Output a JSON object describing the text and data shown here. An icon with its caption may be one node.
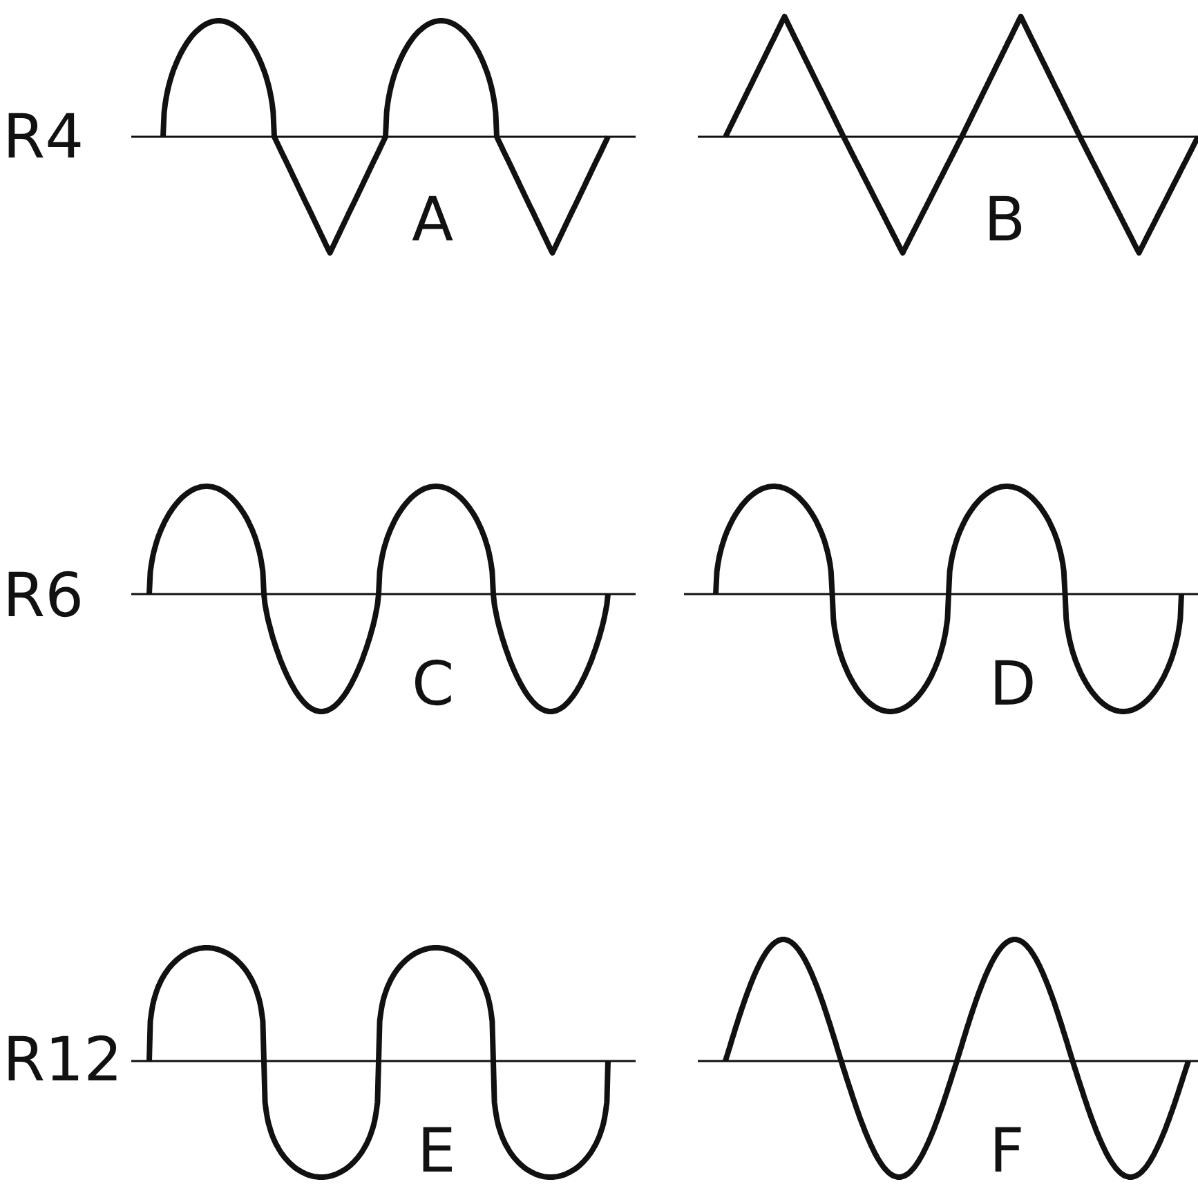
{
  "diagram": {
    "labels": [
      "R4",
      "A",
      "B",
      "R6",
      "C",
      "D",
      "R12",
      "E",
      "F"
    ]
  }
}
